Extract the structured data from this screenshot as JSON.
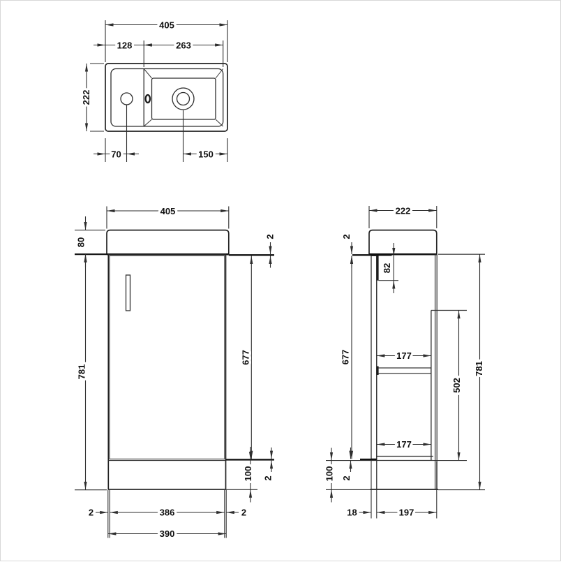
{
  "drawing": {
    "type": "technical-dimension-drawing",
    "subject": "vanity basin unit",
    "units": "mm",
    "colors": {
      "line": "#2e2e2e",
      "thick_line": "#111111",
      "text": "#111111",
      "background": "#ffffff"
    }
  },
  "views": {
    "top": {
      "label": "plan view",
      "dims": {
        "overall_width": "405",
        "deck_width": "128",
        "bowl_width": "263",
        "overall_depth": "222",
        "tap_hole_offset": "70",
        "waste_offset": "150"
      }
    },
    "front": {
      "label": "front elevation",
      "dims": {
        "overall_width": "405",
        "basin_height": "80",
        "total_height": "781",
        "door_gap_top": "2",
        "door_height": "677",
        "plinth_height": "100",
        "door_gap_bottom": "2",
        "gap_left": "2",
        "door_width": "386",
        "gap_right": "2",
        "cabinet_width": "390"
      }
    },
    "side": {
      "label": "side elevation",
      "dims": {
        "overall_depth": "222",
        "gap_top": "2",
        "basin_drop": "82",
        "door_height": "677",
        "shelf_depth_top": "177",
        "shelf_depth_bottom": "177",
        "back_opening_height": "502",
        "total_height": "781",
        "plinth_height": "100",
        "gap_bottom": "2",
        "door_thickness": "18",
        "carcass_depth": "197"
      }
    }
  }
}
